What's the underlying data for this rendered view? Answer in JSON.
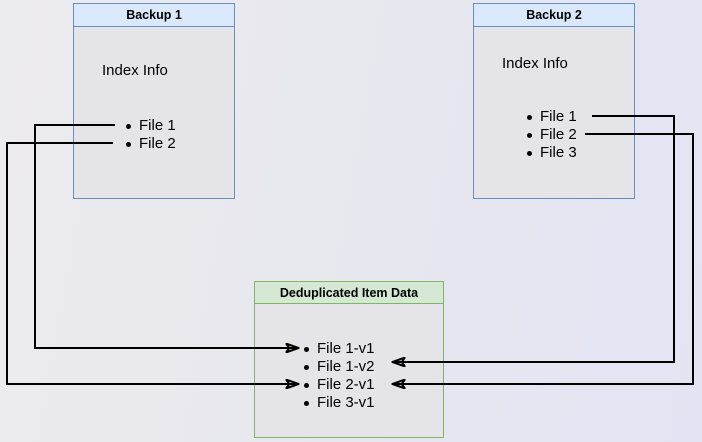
{
  "diagram": {
    "backup1": {
      "title": "Backup 1",
      "index_label": "Index Info",
      "files": [
        "File 1",
        "File 2"
      ]
    },
    "backup2": {
      "title": "Backup 2",
      "index_label": "Index Info",
      "files": [
        "File 1",
        "File 2",
        "File 3"
      ]
    },
    "dedup": {
      "title": "Deduplicated Item Data",
      "items": [
        "File 1-v1",
        "File 1-v2",
        "File 2-v1",
        "File 3-v1"
      ]
    },
    "connections": [
      {
        "from": "Backup 1 / File 1",
        "to": "File 1-v1",
        "side": "left"
      },
      {
        "from": "Backup 1 / File 2",
        "to": "File 2-v1",
        "side": "left"
      },
      {
        "from": "Backup 2 / File 1",
        "to": "File 1-v2",
        "side": "right"
      },
      {
        "from": "Backup 2 / File 2",
        "to": "File 2-v1",
        "side": "right"
      }
    ],
    "colors": {
      "backup_box_fill": "#dae8fc",
      "backup_box_border": "#6c8ebf",
      "dedup_box_fill": "#d5e8d4",
      "dedup_box_border": "#82b366",
      "body_fill": "#e4e4e9",
      "line": "#000000"
    }
  }
}
